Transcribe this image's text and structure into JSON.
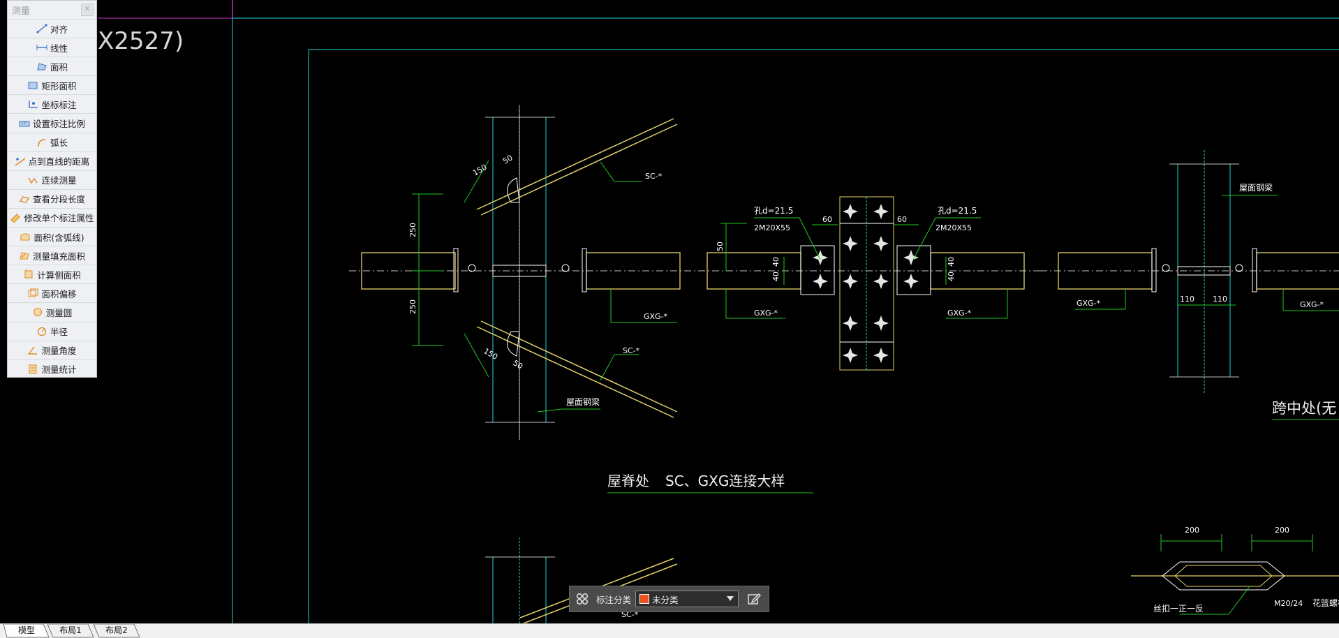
{
  "drawing": {
    "title_fragment": "X2527)",
    "ridge_label_left": "屋脊处",
    "ridge_label_right": "SC、GXG连接大样",
    "span_label": "跨中处(无",
    "dims": {
      "d150_top": "150",
      "d50_top": "50",
      "d250_top": "250",
      "d250_bot": "250",
      "d150_bot": "150",
      "d50_bot": "50",
      "d60_left": "60",
      "d60_right": "60",
      "d50_mid": "50",
      "d40_a": "40",
      "d40_b": "40",
      "d40_c": "40",
      "d40_d": "40",
      "d110_left": "110",
      "d110_right": "110",
      "d200_left": "200",
      "d200_right": "200"
    },
    "labels": {
      "sc_top": "SC-*",
      "sc_bot": "SC-*",
      "sc_bottom_edge": "SC-*",
      "roof_beam_left": "屋面钢梁",
      "roof_beam_right": "屋面钢梁",
      "gxg_1": "GXG-*",
      "gxg_2": "GXG-*",
      "gxg_3": "GXG-*",
      "gxg_4": "GXG-*",
      "gxg_5": "GXG-*",
      "hole_left": "孔d=21.5",
      "bolt_left": "2M20X55",
      "hole_right": "孔d=21.5",
      "bolt_right": "2M20X55",
      "screw_note": "丝扣一正一反",
      "bolt_m20": "M20/24",
      "turnbuckle": "花篮螺栓"
    }
  },
  "measure_panel": {
    "title": "测量",
    "close_symbol": "×",
    "tools": [
      {
        "label": "对齐",
        "icon": "aligned-dimension-icon"
      },
      {
        "label": "线性",
        "icon": "linear-dimension-icon"
      },
      {
        "label": "面积",
        "icon": "area-icon"
      },
      {
        "label": "矩形面积",
        "icon": "rectangle-area-icon"
      },
      {
        "label": "坐标标注",
        "icon": "coordinate-icon"
      },
      {
        "label": "设置标注比例",
        "icon": "scale-icon"
      },
      {
        "label": "弧长",
        "icon": "arc-length-icon"
      },
      {
        "label": "点到直线的距离",
        "icon": "point-line-distance-icon"
      },
      {
        "label": "连续测量",
        "icon": "continuous-measure-icon"
      },
      {
        "label": "查看分段长度",
        "icon": "segment-length-icon"
      },
      {
        "label": "修改单个标注属性",
        "icon": "edit-dimension-icon"
      },
      {
        "label": "面积(含弧线)",
        "icon": "arc-area-icon"
      },
      {
        "label": "测量填充面积",
        "icon": "hatch-area-icon"
      },
      {
        "label": "计算侧面积",
        "icon": "side-area-icon"
      },
      {
        "label": "面积偏移",
        "icon": "area-offset-icon"
      },
      {
        "label": "测量圆",
        "icon": "circle-measure-icon"
      },
      {
        "label": "半径",
        "icon": "radius-icon"
      },
      {
        "label": "测量角度",
        "icon": "angle-icon"
      },
      {
        "label": "测量统计",
        "icon": "statistics-icon"
      }
    ]
  },
  "annotation_bar": {
    "label": "标注分类",
    "selected": "未分类",
    "swatch_color": "#e9541f"
  },
  "tabs": [
    {
      "label": "模型",
      "active": true
    },
    {
      "label": "布局1",
      "active": false
    },
    {
      "label": "布局2",
      "active": false
    }
  ]
}
